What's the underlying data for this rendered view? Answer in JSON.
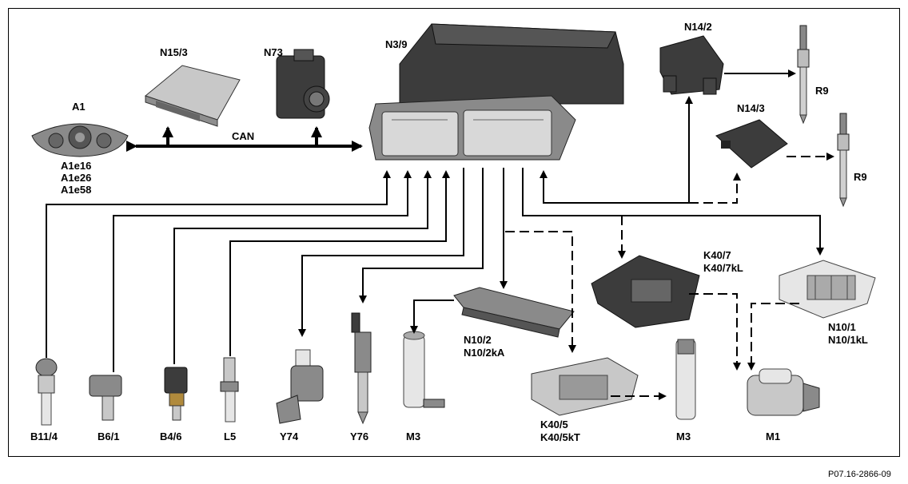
{
  "labels": {
    "a1": "A1",
    "a1_variants": [
      "A1e16",
      "A1e26",
      "A1e58"
    ],
    "n15_3": "N15/3",
    "n73": "N73",
    "n3_9": "N3/9",
    "can": "CAN",
    "n14_2": "N14/2",
    "n14_3": "N14/3",
    "r9_top": "R9",
    "r9_bottom": "R9",
    "k40_7": [
      "K40/7",
      "K40/7kL"
    ],
    "n10_1": [
      "N10/1",
      "N10/1kL"
    ],
    "n10_2": [
      "N10/2",
      "N10/2kA"
    ],
    "k40_5": [
      "K40/5",
      "K40/5kT"
    ],
    "b11_4": "B11/4",
    "b6_1": "B6/1",
    "b4_6": "B4/6",
    "l5": "L5",
    "y74": "Y74",
    "y76": "Y76",
    "m3_left": "M3",
    "m3_right": "M3",
    "m1": "M1"
  },
  "figure_id": "P07.16-2866-09",
  "colors": {
    "line": "#000000",
    "component_dark": "#3c3c3c",
    "component_light": "#c8c8c8"
  }
}
